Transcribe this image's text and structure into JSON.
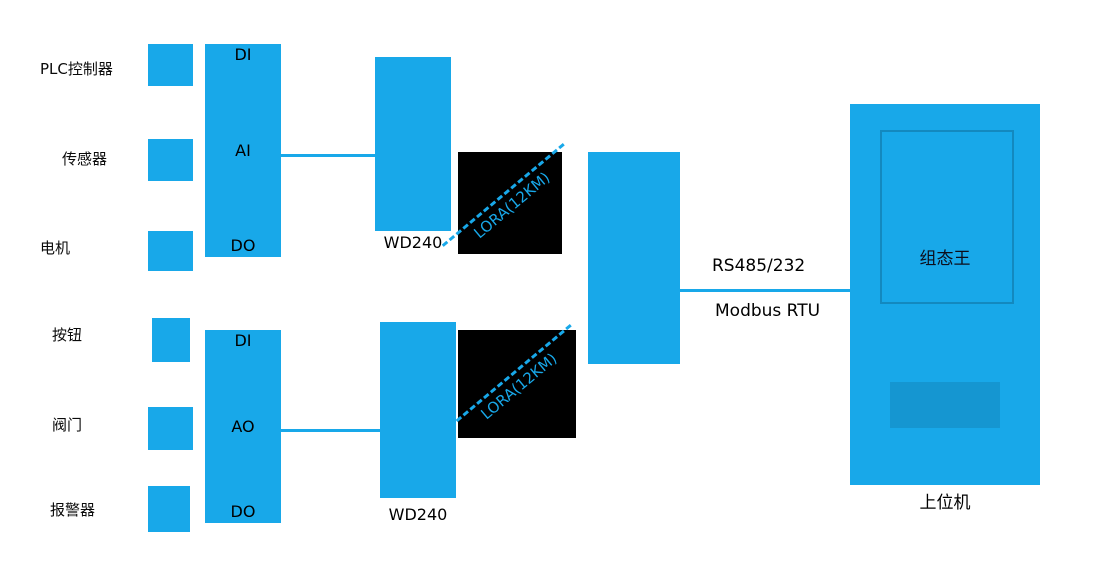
{
  "diagram": {
    "colors": {
      "accent": "#18A8E9",
      "black_block": "#000000"
    },
    "left_devices": [
      {
        "label": "PLC控制器"
      },
      {
        "label": "传感器"
      },
      {
        "label": "电机"
      },
      {
        "label": "按钮"
      },
      {
        "label": "阀门"
      },
      {
        "label": "报警器"
      }
    ],
    "io_modules": [
      {
        "ports": {
          "top": "DI",
          "middle": "AI",
          "bottom": "DO"
        }
      },
      {
        "ports": {
          "top": "DI",
          "middle": "AO",
          "bottom": "DO"
        }
      }
    ],
    "wireless_modules": [
      {
        "caption": "WD240"
      },
      {
        "caption": "WD240"
      }
    ],
    "lora_links": [
      {
        "label": "LORA(12KM)"
      },
      {
        "label": "LORA(12KM)"
      }
    ],
    "bus": {
      "label_top": "RS485/232",
      "label_bottom": "Modbus RTU"
    },
    "host": {
      "software": "组态王",
      "caption": "上位机"
    }
  }
}
